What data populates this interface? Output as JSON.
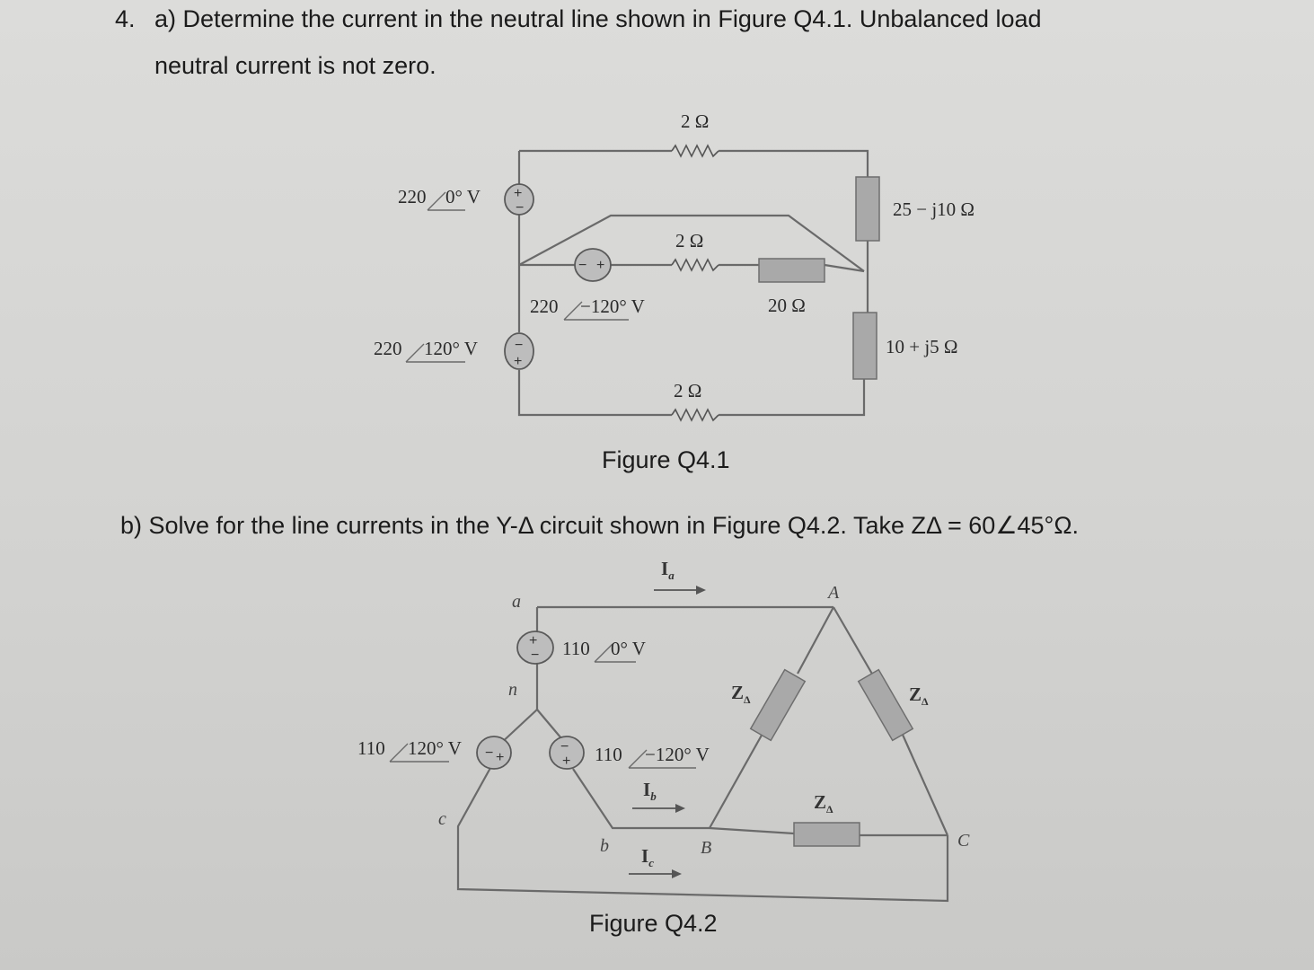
{
  "question": {
    "number": "4.",
    "part_a_line1": "a) Determine the current in the neutral line shown in Figure Q4.1. Unbalanced load",
    "part_a_line2": "neutral current is not zero.",
    "part_b": "b) Solve for the line currents in the Y-Δ circuit shown in Figure Q4.2. Take ZΔ = 60∠45°Ω."
  },
  "figure1": {
    "caption": "Figure Q4.1",
    "src_top": "220∠0° V",
    "src_mid": "220∠−120° V",
    "src_bot": "220∠120° V",
    "r_top": "2 Ω",
    "r_mid": "2 Ω",
    "r_bot": "2 Ω",
    "r_20": "20 Ω",
    "z_top": "25 − j10 Ω",
    "z_bot": "10 + j5 Ω",
    "src_top_mag": "220",
    "src_top_ang": "0° V",
    "src_mid_mag": "220",
    "src_mid_ang": "−120° V",
    "src_bot_mag": "220",
    "src_bot_ang": "120° V"
  },
  "figure2": {
    "caption": "Figure Q4.2",
    "src_a_mag": "110",
    "src_a_ang": "0° V",
    "src_b_mag": "110",
    "src_b_ang": "−120° V",
    "src_c_mag": "110",
    "src_c_ang": "120° V",
    "node_a": "a",
    "node_n": "n",
    "node_b": "b",
    "node_c": "c",
    "node_A": "A",
    "node_B": "B",
    "node_C": "C",
    "current_a": "I",
    "current_a_sub": "a",
    "current_b": "I",
    "current_b_sub": "b",
    "current_c": "I",
    "current_c_sub": "c",
    "z_label": "Z",
    "z_sub": "Δ"
  }
}
